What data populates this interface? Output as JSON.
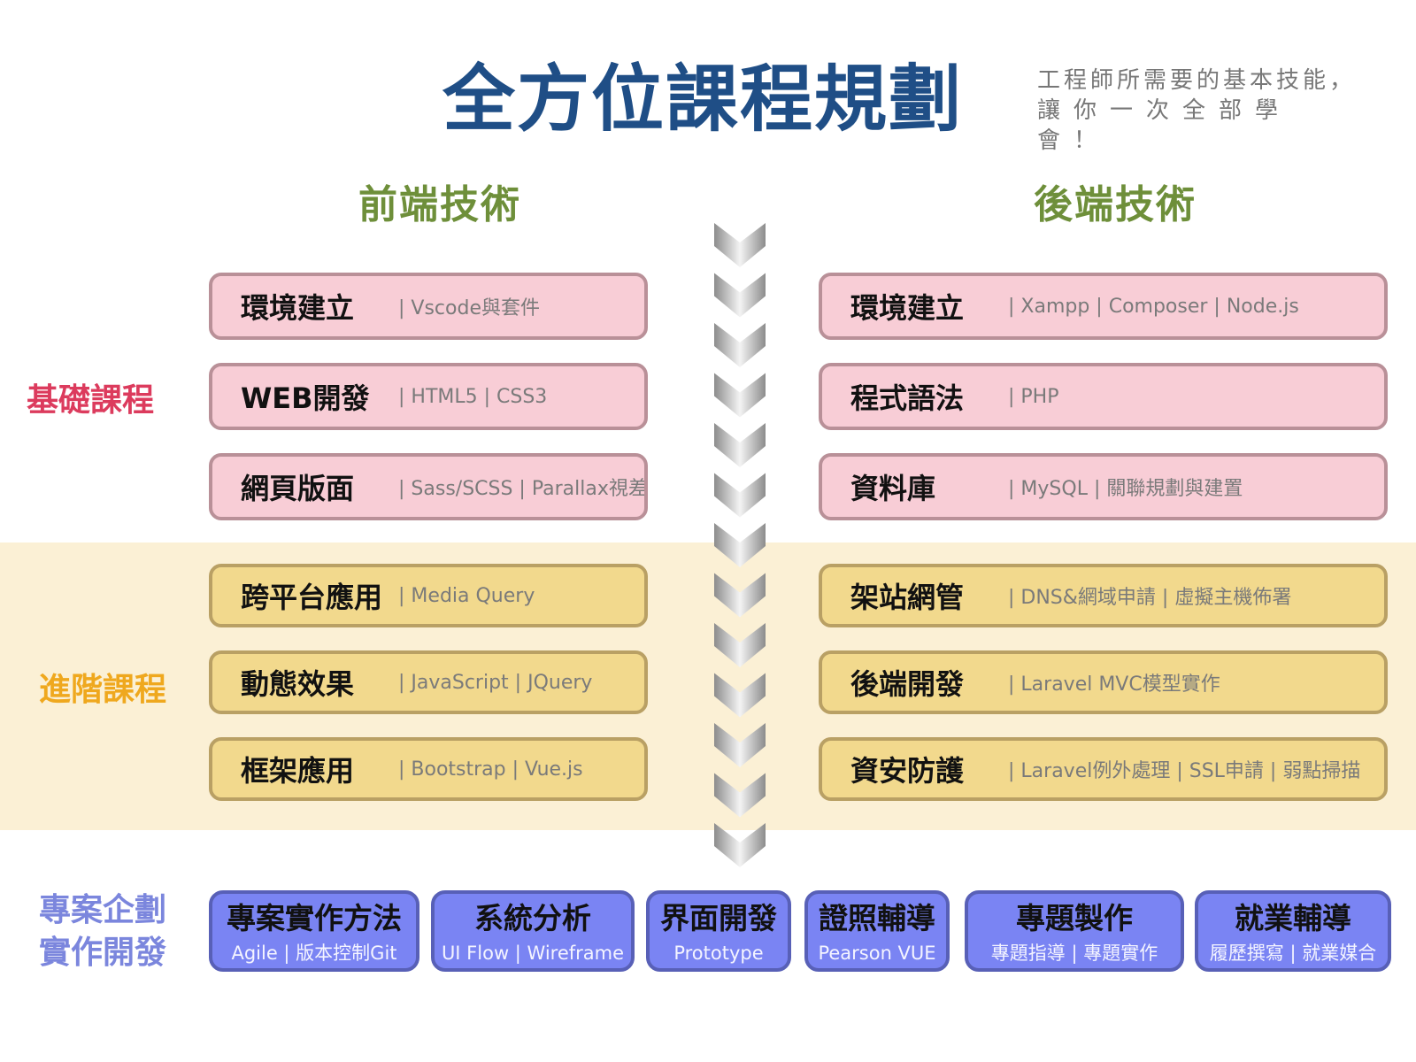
{
  "header": {
    "title": "全方位課程規劃",
    "subtitle_line1": "工程師所需要的基本技能，",
    "subtitle_line2": "讓你一次全部學會！"
  },
  "columns": {
    "frontend": "前端技術",
    "backend": "後端技術"
  },
  "row_labels": {
    "basic": "基礎課程",
    "advanced": "進階課程",
    "project_line1": "專案企劃",
    "project_line2": "實作開發"
  },
  "colors": {
    "title": "#1f4e86",
    "column_heading": "#6e8f3a",
    "basic_label": "#dc3b5d",
    "advanced_label": "#efa81e",
    "project_label": "#7b86dd",
    "basic_card": "#f8cdd6",
    "advanced_card": "#f2d98d",
    "advanced_band": "#fbf0d5",
    "project_card": "#7a84f3"
  },
  "frontend_basic": [
    {
      "name": "環境建立",
      "detail": "| Vscode與套件"
    },
    {
      "name": "WEB開發",
      "detail": "| HTML5  | CSS3"
    },
    {
      "name": "網頁版面",
      "detail": "| Sass/SCSS  | Parallax視差"
    }
  ],
  "backend_basic": [
    {
      "name": "環境建立",
      "detail": "| Xampp | Composer | Node.js"
    },
    {
      "name": "程式語法",
      "detail": "| PHP"
    },
    {
      "name": "資料庫",
      "detail": "| MySQL | 關聯規劃與建置"
    }
  ],
  "frontend_advanced": [
    {
      "name": "跨平台應用",
      "detail": "| Media Query"
    },
    {
      "name": "動態效果",
      "detail": "| JavaScript | JQuery"
    },
    {
      "name": "框架應用",
      "detail": "| Bootstrap | Vue.js"
    }
  ],
  "backend_advanced": [
    {
      "name": "架站網管",
      "detail": "| DNS&網域申請 | 虛擬主機佈署"
    },
    {
      "name": "後端開發",
      "detail": "| Laravel MVC模型實作"
    },
    {
      "name": "資安防護",
      "detail": "| Laravel例外處理 | SSL申請 | 弱點掃描"
    }
  ],
  "project_cards": [
    {
      "name": "專案實作方法",
      "detail": "Agile | 版本控制Git"
    },
    {
      "name": "系統分析",
      "detail": "UI Flow | Wireframe"
    },
    {
      "name": "界面開發",
      "detail": "Prototype"
    },
    {
      "name": "證照輔導",
      "detail": "Pearson VUE"
    },
    {
      "name": "專題製作",
      "detail": "專題指導 | 專題實作"
    },
    {
      "name": "就業輔導",
      "detail": "履歷撰寫 | 就業媒合"
    }
  ],
  "flow_icon": "chevron-down-icon"
}
